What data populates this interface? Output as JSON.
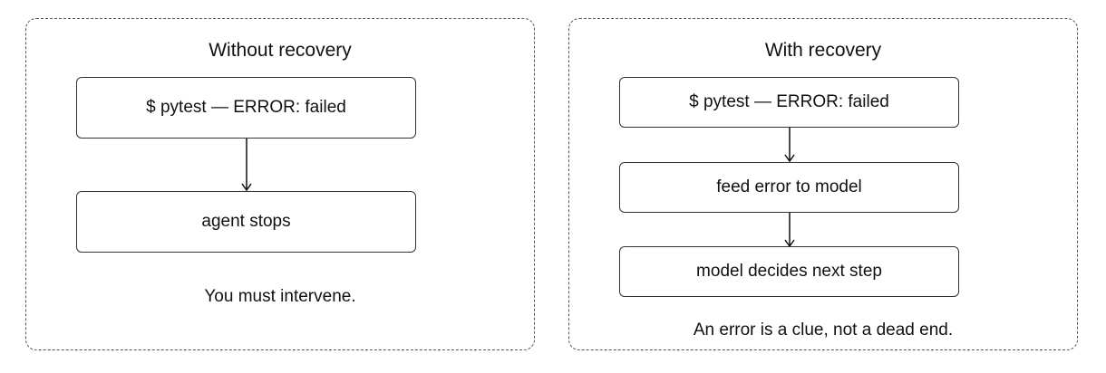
{
  "panels": {
    "left": {
      "title": "Without recovery",
      "steps": [
        "$ pytest — ERROR: failed",
        "agent stops"
      ],
      "caption": "You must intervene."
    },
    "right": {
      "title": "With recovery",
      "steps": [
        "$ pytest — ERROR: failed",
        "feed error to model",
        "model decides next step"
      ],
      "caption": "An error is a clue, not a dead end."
    }
  }
}
